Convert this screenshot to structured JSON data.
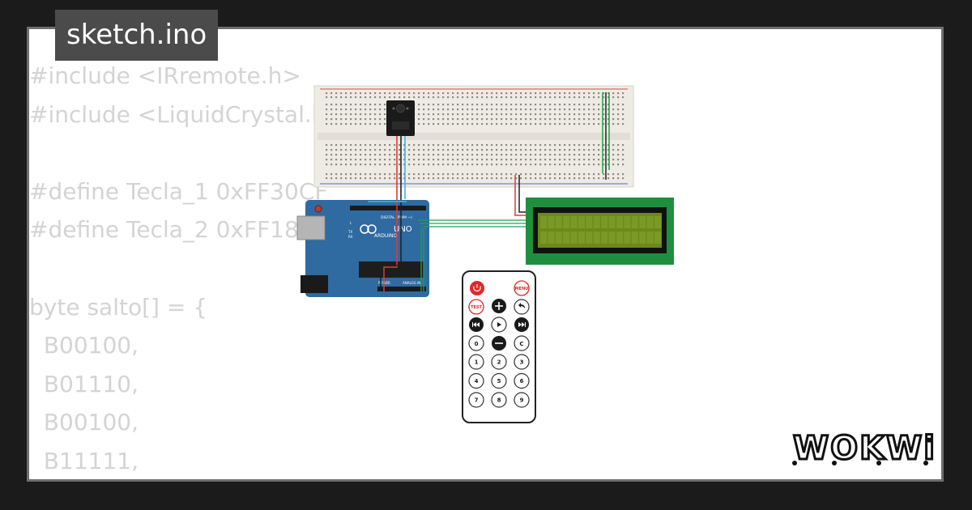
{
  "tab": {
    "title": "sketch.ino"
  },
  "code": {
    "lines": [
      "#include <IRremote.h>",
      "#include <LiquidCrystal.h>",
      "",
      "#define Tecla_1 0xFF30CF",
      "#define Tecla_2 0xFF18E7",
      "",
      "byte salto[] = {",
      "  B00100,",
      "  B01110,",
      "  B00100,",
      "  B11111,"
    ]
  },
  "board": {
    "digital_label": "DIGITAL (PWM ~)",
    "brand": "ARDUINO",
    "model": "UNO",
    "power_label": "POWER",
    "analog_label": "ANALOG IN",
    "tx": "TX",
    "rx": "RX",
    "l": "L"
  },
  "remote": {
    "menu": "MENU",
    "test": "TEST",
    "zero": "0",
    "clear": "C",
    "digits": [
      "1",
      "2",
      "3",
      "4",
      "5",
      "6",
      "7",
      "8",
      "9"
    ]
  },
  "logo": {
    "text": "WOKWi"
  },
  "colors": {
    "background": "#1b1b1b",
    "card": "#ffffff",
    "tab": "#4b4b4b",
    "code_text": "#d4d4d4",
    "arduino_blue": "#2f6aa0",
    "lcd_green": "#6b8a1a",
    "pcb_green": "#1f8f3f",
    "remote_red": "#e0282b"
  },
  "icons": [
    "power-icon",
    "plus-icon",
    "back-icon",
    "rewind-icon",
    "play-icon",
    "forward-icon",
    "minus-icon"
  ]
}
